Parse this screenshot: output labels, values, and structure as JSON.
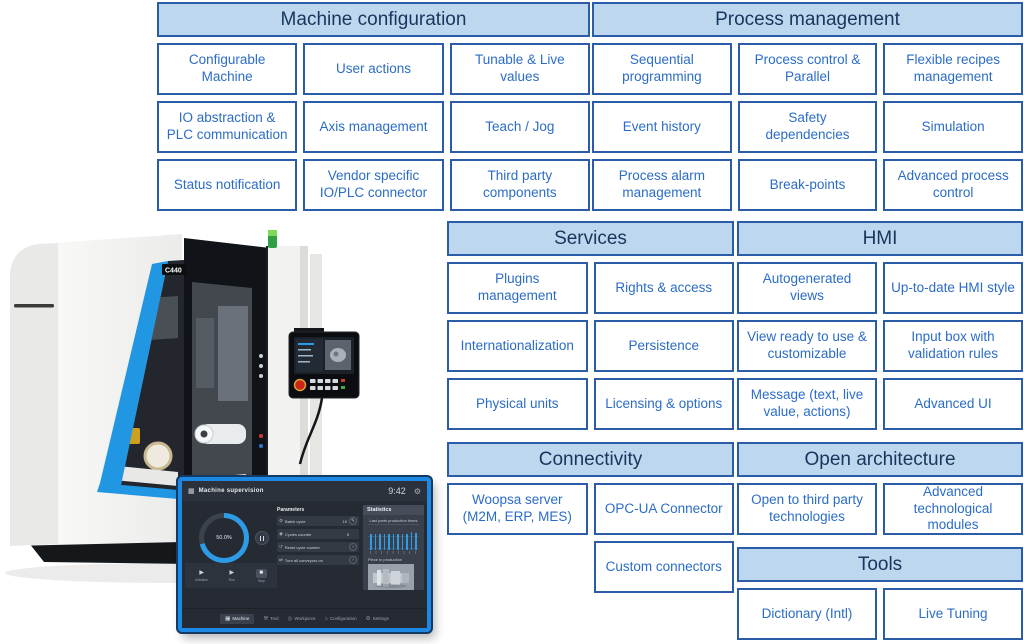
{
  "palette": {
    "border_blue": "#2a5ca8",
    "header_fill": "#bdd7ee",
    "header_text": "#17365d",
    "cell_text": "#2b6cc8",
    "tablet_border": "#1e88e5",
    "accent_blue": "#2e9be6"
  },
  "matrix": {
    "machine_configuration": {
      "title": "Machine configuration",
      "items": [
        "Configurable Machine",
        "User actions",
        "Tunable & Live values",
        "IO abstraction & PLC communication",
        "Axis management",
        "Teach / Jog",
        "Status notification",
        "Vendor specific IO/PLC connector",
        "Third party components"
      ]
    },
    "process_management": {
      "title": "Process management",
      "items": [
        "Sequential programming",
        "Process control & Parallel",
        "Flexible recipes management",
        "Event history",
        "Safety dependencies",
        "Simulation",
        "Process alarm management",
        "Break-points",
        "Advanced process control"
      ]
    },
    "services": {
      "title": "Services",
      "items": [
        "Plugins management",
        "Rights & access",
        "Internationalization",
        "Persistence",
        "Physical units",
        "Licensing & options"
      ]
    },
    "hmi": {
      "title": "HMI",
      "items": [
        "Autogenerated views",
        "Up-to-date HMI style",
        "View ready to use & customizable",
        "Input box with validation rules",
        "Message (text, live value, actions)",
        "Advanced UI"
      ]
    },
    "connectivity": {
      "title": "Connectivity",
      "items": [
        "Woopsa server (M2M, ERP, MES)",
        "OPC-UA Connector",
        "Custom connectors"
      ]
    },
    "open_architecture": {
      "title": "Open architecture",
      "items": [
        "Open to third party technologies",
        "Advanced technological modules"
      ]
    },
    "tools": {
      "title": "Tools",
      "items": [
        "Dictionary (Intl)",
        "Live Tuning"
      ]
    }
  },
  "machine": {
    "model_label": "C440"
  },
  "hmi_screen": {
    "app_icon": "▦",
    "app_title": "Machine supervision",
    "clock": "9:42",
    "gear_icon": "⚙",
    "gauge_value": "50.0%",
    "parameters_title": "Parameters",
    "parameters": [
      {
        "icon": "⚙",
        "label": "Batch cycle",
        "value": "10",
        "action": "✎"
      },
      {
        "icon": "◉",
        "label": "Cycles counter",
        "value": "5",
        "action": ""
      },
      {
        "icon": "↺",
        "label": "Reset cycle counter",
        "value": "",
        "action": "›"
      },
      {
        "icon": "⇄",
        "label": "Turn all conveyors on",
        "value": "",
        "action": "›"
      }
    ],
    "transport": [
      {
        "icon": "▶",
        "label": "Initialize"
      },
      {
        "icon": "▶",
        "label": "Run"
      },
      {
        "icon": "■",
        "label": "Stop"
      }
    ],
    "statistics_title": "Statistics",
    "piece_title": "Piece in production",
    "nav": [
      {
        "icon": "▦",
        "label": "Machine"
      },
      {
        "icon": "⚒",
        "label": "Tool"
      },
      {
        "icon": "◎",
        "label": "Workpiece"
      },
      {
        "icon": "⌂",
        "label": "Configuration"
      },
      {
        "icon": "⚙",
        "label": "Settings"
      }
    ]
  },
  "chart_data": {
    "type": "bar",
    "title": "Last parts production times",
    "values": [
      4.8,
      4.9,
      4.8,
      4.8,
      5.0,
      4.9,
      4.8,
      4.9,
      4.8,
      5.6,
      5.3
    ],
    "ylim": [
      0,
      8
    ],
    "bar_color": "#2e9be6",
    "grid": true,
    "legend": "none"
  }
}
